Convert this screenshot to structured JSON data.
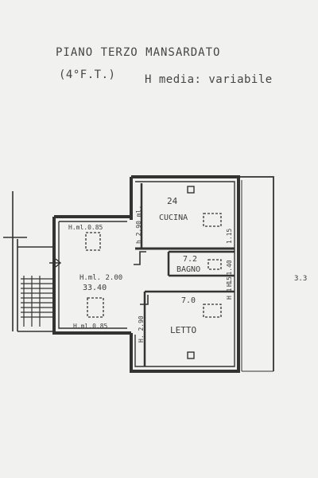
{
  "header": {
    "line1": "PIANO TERZO MANSARDATO",
    "line2": "(4°F.T.)",
    "line3": "H media: variabile"
  },
  "rooms": {
    "cucina": {
      "name": "CUCINA",
      "area": "24"
    },
    "bagno": {
      "name": "BAGNO",
      "area": "7.2"
    },
    "letto": {
      "name": "LETTO",
      "area": "7.0"
    },
    "soggiorno": {
      "area": "33.40"
    }
  },
  "heights": {
    "left_top": "H.ml.0.85",
    "left_mid": "H.ml. 2.00",
    "left_bottom": "H.ml.0.85",
    "cucina_left": "h 2.90 ml.",
    "cucina_right": "1.15",
    "bagno_right": "H. 1.40",
    "letto_left": "H. 2.90",
    "letto_right": "H 1.15"
  },
  "margin_mark": "3.3"
}
